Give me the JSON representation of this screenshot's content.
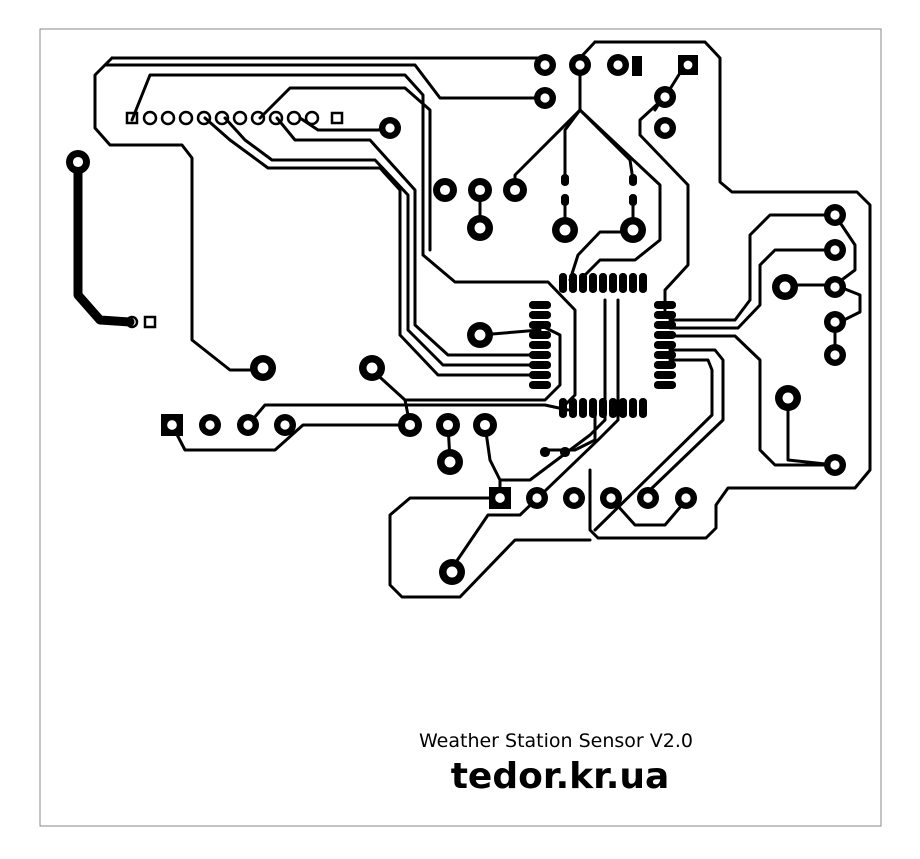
{
  "board": {
    "title": "Weather Station Sensor V2.0",
    "website": "tedor.kr.ua"
  },
  "colors": {
    "background": "#ffffff",
    "copper": "#000000",
    "outline": "#8a8a8a"
  },
  "notes": {
    "icons": [
      "round-pad",
      "square-pad",
      "smd-pad",
      "via",
      "copper-trace"
    ]
  }
}
